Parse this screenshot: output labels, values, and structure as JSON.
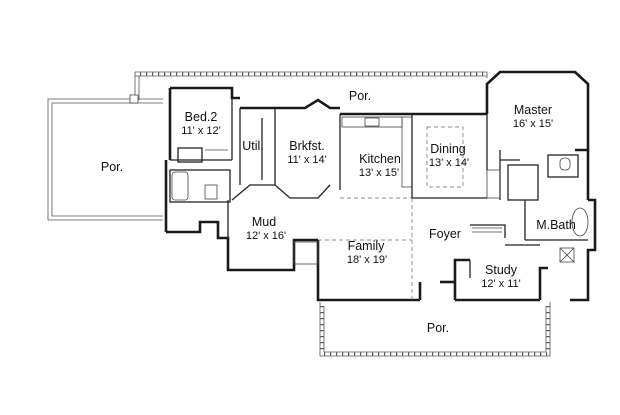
{
  "rooms": [
    {
      "id": "porch-top",
      "name": "Por.",
      "dims": ""
    },
    {
      "id": "porch-left",
      "name": "Por.",
      "dims": ""
    },
    {
      "id": "porch-bottom",
      "name": "Por.",
      "dims": ""
    },
    {
      "id": "bed2",
      "name": "Bed.2",
      "dims": "11' x 12'"
    },
    {
      "id": "util",
      "name": "Util.",
      "dims": ""
    },
    {
      "id": "brkfst",
      "name": "Brkfst.",
      "dims": "11' x 14'"
    },
    {
      "id": "kitchen",
      "name": "Kitchen",
      "dims": "13' x 15'"
    },
    {
      "id": "dining",
      "name": "Dining",
      "dims": "13' x 14'"
    },
    {
      "id": "master",
      "name": "Master",
      "dims": "16' x 15'"
    },
    {
      "id": "mud",
      "name": "Mud",
      "dims": "12' x 16'"
    },
    {
      "id": "family",
      "name": "Family",
      "dims": "18' x 19'"
    },
    {
      "id": "foyer",
      "name": "Foyer",
      "dims": ""
    },
    {
      "id": "mbath",
      "name": "M.Bath",
      "dims": ""
    },
    {
      "id": "study",
      "name": "Study",
      "dims": "12' x 11'"
    }
  ]
}
